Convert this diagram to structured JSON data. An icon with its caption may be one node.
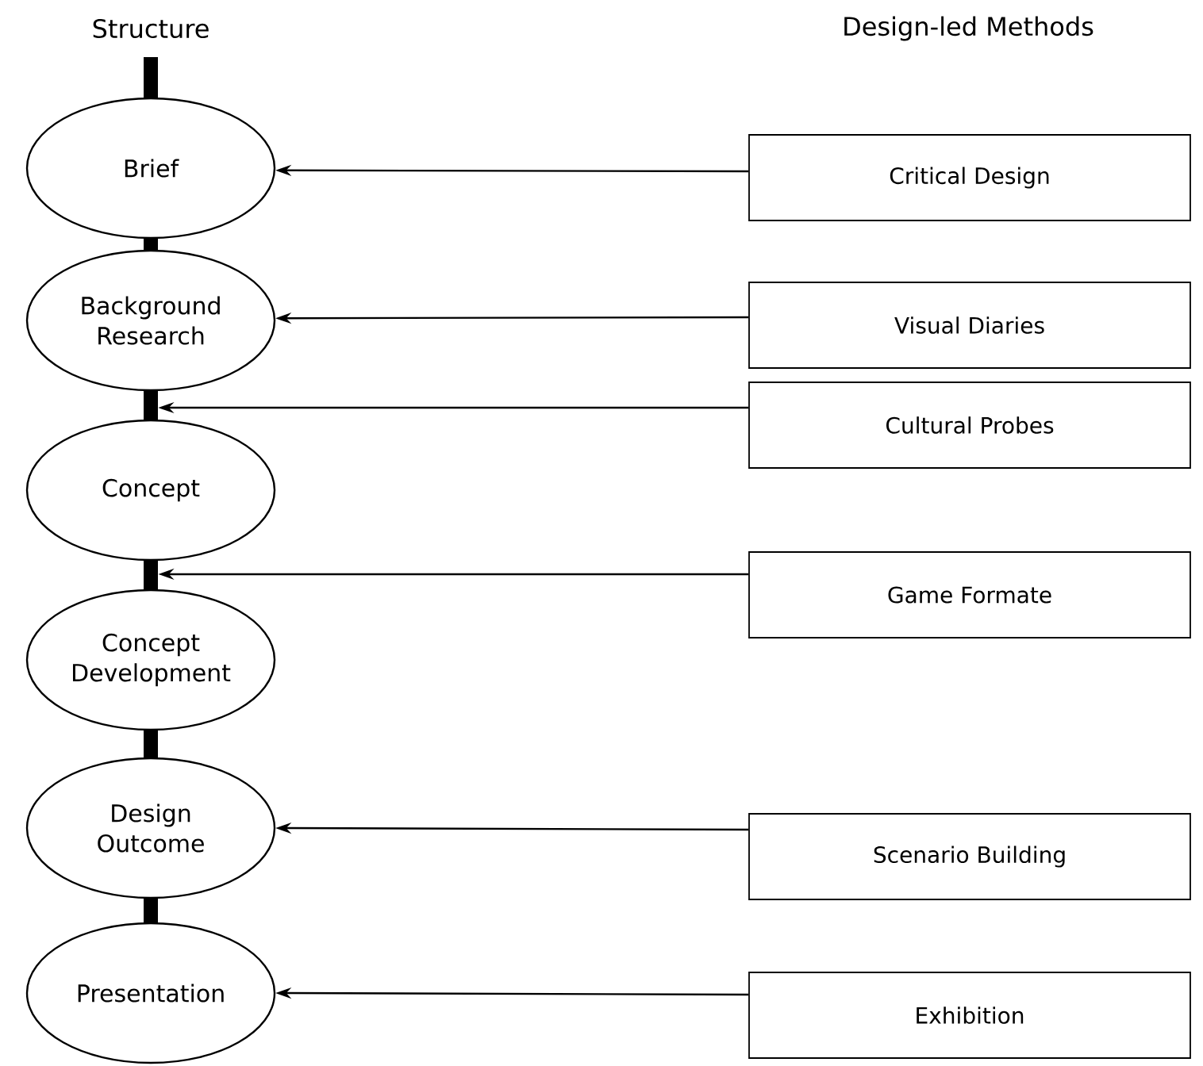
{
  "diagram": {
    "nodes": [
      {
        "text": [
          "Brief"
        ]
      },
      {
        "text": [
          "Background Research"
        ]
      },
      {
        "text": [
          "Concept"
        ]
      },
      {
        "text": [
          "Concept Development"
        ]
      },
      {
        "text": [
          "Design Outcome"
        ]
      },
      {
        "text": [
          "Presentation"
        ]
      },
      {
        "text": [
          "Critical Design"
        ]
      },
      {
        "text": [
          "Visual Diaries"
        ]
      },
      {
        "text": [
          "Cultural Probes"
        ]
      },
      {
        "text": [
          "Game Formate"
        ]
      },
      {
        "text": [
          "Scenario Building"
        ]
      },
      {
        "text": [
          "Exhibition"
        ]
      },
      {
        "text": [],
        "shape": "bar"
      },
      {
        "text": [],
        "shape": "bar"
      },
      {
        "text": [],
        "shape": "bar"
      },
      {
        "text": [],
        "shape": "bar"
      },
      {
        "text": [],
        "shape": "bar"
      },
      {
        "text": [],
        "shape": "bar"
      }
    ],
    "edges": [
      {
        "from": 6,
        "to": 0,
        "arrow": "to"
      },
      {
        "from": 7,
        "to": 1,
        "arrow": "to"
      },
      {
        "from": 8,
        "to": 14,
        "arrow": "to"
      },
      {
        "from": 9,
        "to": 15,
        "arrow": "to"
      },
      {
        "from": 10,
        "to": 4,
        "arrow": "to"
      },
      {
        "from": 11,
        "to": 5,
        "arrow": "to"
      }
    ],
    "labels": [
      "Structure",
      "Design-led Methods"
    ]
  }
}
